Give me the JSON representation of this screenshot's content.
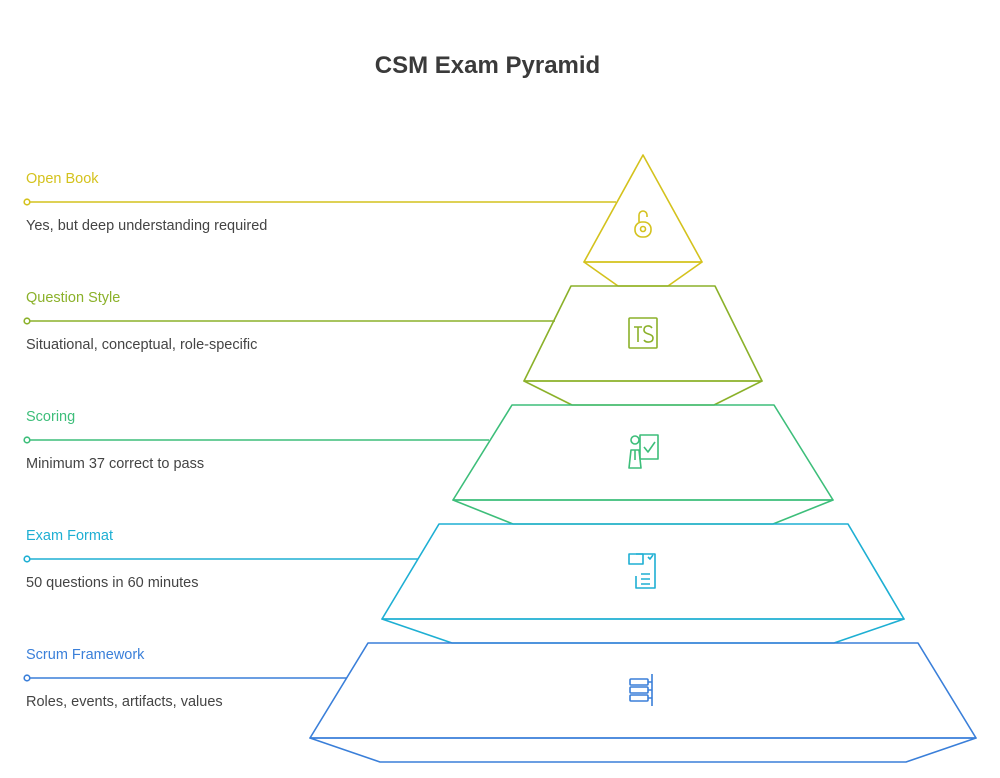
{
  "title": "CSM Exam Pyramid",
  "levels": [
    {
      "label": "Open Book",
      "description": "Yes, but deep understanding required",
      "color": "#D4C21D",
      "icon": "open-padlock-icon"
    },
    {
      "label": "Question Style",
      "description": "Situational, conceptual, role-specific",
      "color": "#8BB12A",
      "icon": "ts-document-icon"
    },
    {
      "label": "Scoring",
      "description": "Minimum 37 correct to pass",
      "color": "#3DBE7A",
      "icon": "person-checklist-icon"
    },
    {
      "label": "Exam Format",
      "description": "50 questions in 60 minutes",
      "color": "#1EAFD3",
      "icon": "question-sheet-icon"
    },
    {
      "label": "Scrum Framework",
      "description": "Roles, events, artifacts, values",
      "color": "#3A7FD9",
      "icon": "hierarchy-structure-icon"
    }
  ]
}
